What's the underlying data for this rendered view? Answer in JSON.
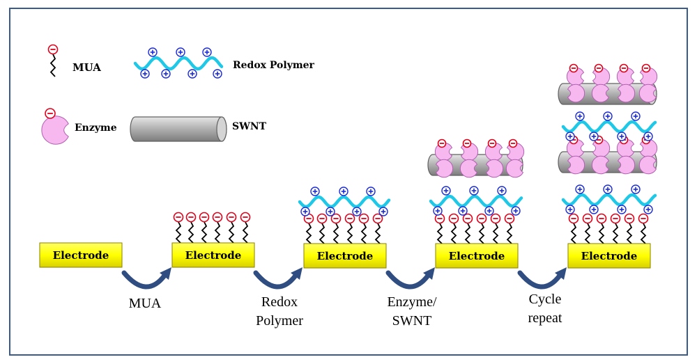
{
  "legend": {
    "mua": "MUA",
    "redox_polymer": "Redox Polymer",
    "enzyme": "Enzyme",
    "swnt": "SWNT"
  },
  "electrode_label": "Electrode",
  "steps": [
    {
      "line1": "MUA",
      "line2": ""
    },
    {
      "line1": "Redox",
      "line2": "Polymer"
    },
    {
      "line1": "Enzyme/",
      "line2": "SWNT"
    },
    {
      "line1": "Cycle",
      "line2": "repeat"
    }
  ],
  "colors": {
    "electrode_fill": "#ffff00",
    "frame": "#3a5a8c",
    "arrow": "#2f4d80",
    "negative_charge": "#e0001a",
    "positive_charge": "#1a2ad6",
    "polymer": "#1ec8e6",
    "enzyme": "#f7b8f0",
    "swnt": "#a8a8a8"
  }
}
